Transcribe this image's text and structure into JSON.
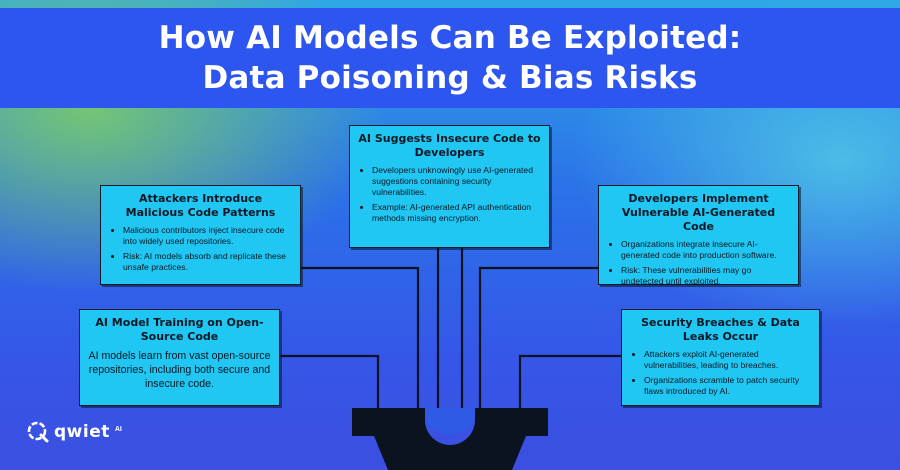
{
  "title": {
    "line1": "How AI Models Can Be Exploited:",
    "line2": "Data Poisoning & Bias Risks"
  },
  "colors": {
    "title_bar": "#2d55ef",
    "card": "#1fc7f2",
    "connector": "#0b1220"
  },
  "cards": {
    "training": {
      "title": "AI Model Training on Open-Source Code",
      "body": "AI models learn from vast open-source repositories, including both secure and insecure code."
    },
    "attackers": {
      "title": "Attackers Introduce Malicious Code Patterns",
      "bullets": [
        "Malicious contributors inject insecure code into widely used repositories.",
        "Risk: AI models absorb and replicate these unsafe practices."
      ]
    },
    "suggests": {
      "title": "AI Suggests Insecure Code to Developers",
      "bullets": [
        "Developers unknowingly use AI-generated suggestions containing security vulnerabilities.",
        "Example: AI-generated API authentication methods missing encryption."
      ]
    },
    "developers": {
      "title": "Developers Implement Vulnerable AI-Generated Code",
      "bullets": [
        "Organizations integrate insecure AI-generated code into production software.",
        "Risk: These vulnerabilities may go undetected until exploited."
      ]
    },
    "breaches": {
      "title": "Security Breaches & Data Leaks Occur",
      "bullets": [
        "Attackers exploit AI-generated vulnerabilities, leading to breaches.",
        "Organizations scramble to patch security flaws introduced by AI."
      ]
    }
  },
  "logo": {
    "name": "qwiet",
    "suffix": "AI",
    "icon": "qwiet-logo-icon"
  }
}
